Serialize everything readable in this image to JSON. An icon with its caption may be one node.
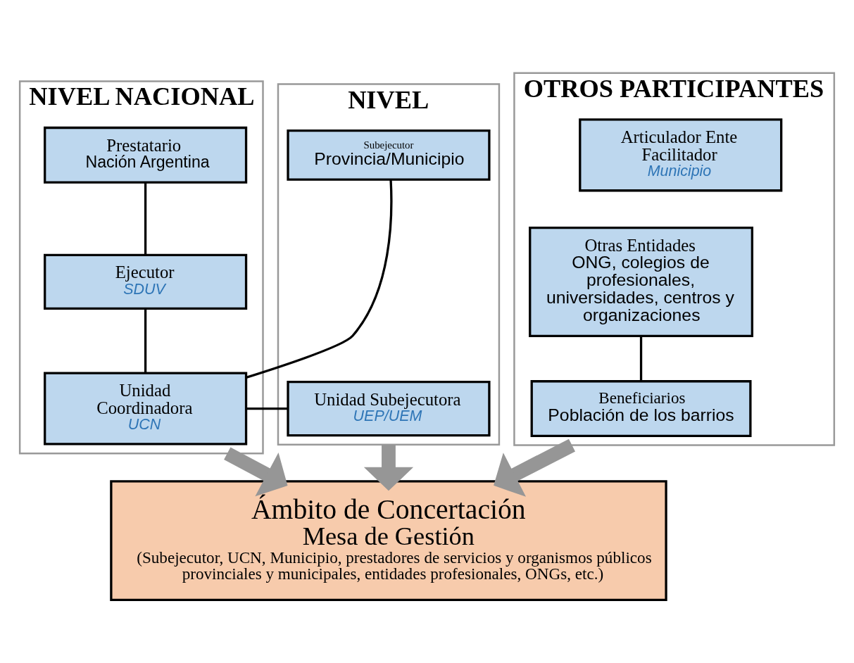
{
  "diagram": {
    "nodes": [
      {
        "text": [
          "NIVEL NACIONAL"
        ]
      },
      {
        "text": [
          "Prestatario",
          "Nación Argentina"
        ],
        "in": 0
      },
      {
        "text": [
          "Ejecutor",
          "SDUV"
        ],
        "in": 0
      },
      {
        "text": [
          "Unidad Coordinadora",
          "UCN"
        ],
        "in": 0
      },
      {
        "text": [
          "NIVEL"
        ]
      },
      {
        "text": [
          "Subejecutor",
          "Provincia/Municipio"
        ],
        "in": 4
      },
      {
        "text": [
          "Unidad Subejecutora",
          "UEP/UEM"
        ],
        "in": 4
      },
      {
        "text": [
          "OTROS PARTICIPANTES"
        ]
      },
      {
        "text": [
          "Articulador Ente Facilitador",
          "Municipio"
        ],
        "in": 7
      },
      {
        "text": [
          "Otras Entidades",
          "ONG, colegios de profesionales, universidades, centros y organizaciones"
        ],
        "in": 7
      },
      {
        "text": [
          "Beneficiarios",
          "Población de los barrios"
        ],
        "in": 7
      },
      {
        "text": [
          "Ámbito de Concertación",
          "Mesa de Gestión",
          "(Subejecutor, UCN, Municipio, prestadores de servicios y organismos públicos provinciales y municipales, entidades profesionales, ONGs, etc.)"
        ]
      }
    ],
    "edges": [
      {
        "from": 1,
        "to": 2,
        "arrow": "none"
      },
      {
        "from": 2,
        "to": 3,
        "arrow": "none"
      },
      {
        "from": 3,
        "to": 5,
        "arrow": "none"
      },
      {
        "from": 3,
        "to": 6,
        "arrow": "none"
      },
      {
        "from": 9,
        "to": 10,
        "arrow": "none"
      },
      {
        "from": 0,
        "to": 11,
        "arrow": "to",
        "style": "thick",
        "color": "#969696"
      },
      {
        "from": 4,
        "to": 11,
        "arrow": "to",
        "style": "thick",
        "color": "#969696"
      },
      {
        "from": 7,
        "to": 11,
        "arrow": "to",
        "style": "thick",
        "color": "#969696"
      }
    ]
  }
}
